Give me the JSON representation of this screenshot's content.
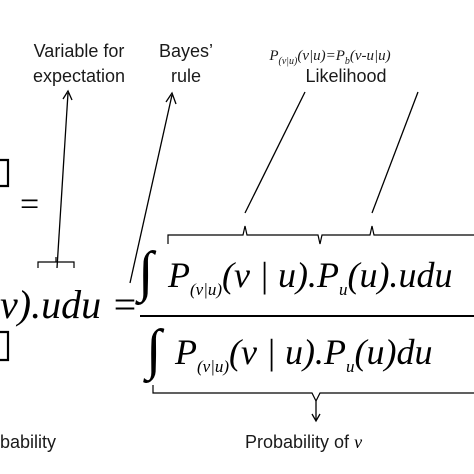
{
  "annotations": {
    "variable_line1": "Variable for",
    "variable_line2": "expectation",
    "bayes_line1": "Bayes’",
    "bayes_line2": "rule",
    "likelihood_formula": "P(v|u)(v|u)=Pb(v-u|u)",
    "likelihood_label": "Likelihood",
    "probability_left": "bability",
    "probability_of_v": "Probability of v"
  },
  "equation": {
    "left_fragment": "v).udu =",
    "numerator": "∫ P(v|u)(v | u).Pu(u).udu",
    "denominator": "∫ P(v|u)(v | u).Pu(u)du",
    "top_equals": "="
  }
}
